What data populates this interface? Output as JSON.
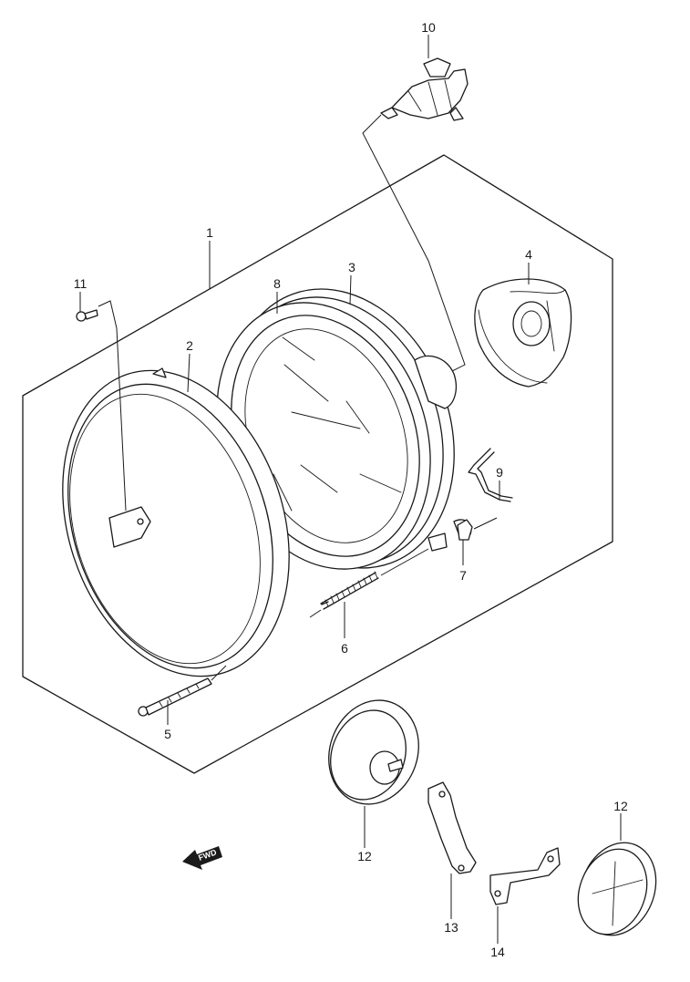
{
  "callouts": [
    {
      "id": "c1",
      "text": "1"
    },
    {
      "id": "c2",
      "text": "2"
    },
    {
      "id": "c3",
      "text": "3"
    },
    {
      "id": "c4",
      "text": "4"
    },
    {
      "id": "c5",
      "text": "5"
    },
    {
      "id": "c6",
      "text": "6"
    },
    {
      "id": "c7",
      "text": "7"
    },
    {
      "id": "c8",
      "text": "8"
    },
    {
      "id": "c9",
      "text": "9"
    },
    {
      "id": "c10",
      "text": "10"
    },
    {
      "id": "c11",
      "text": "11"
    },
    {
      "id": "c12a",
      "text": "12"
    },
    {
      "id": "c12b",
      "text": "12"
    },
    {
      "id": "c13",
      "text": "13"
    },
    {
      "id": "c14",
      "text": "14"
    }
  ],
  "fwd_arrow": {
    "text": "FWD",
    "icon": "fwd-arrow-icon"
  }
}
